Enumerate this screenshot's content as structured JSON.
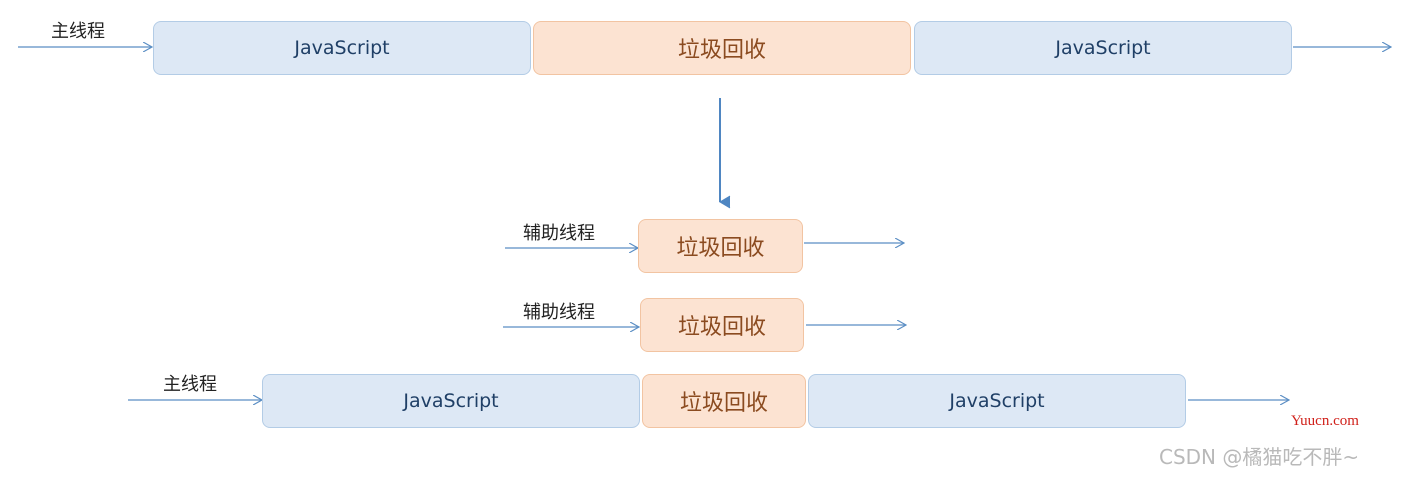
{
  "row1": {
    "thread_label": "主线程",
    "js_a": "JavaScript",
    "gc": "垃圾回收",
    "js_b": "JavaScript"
  },
  "helper1": {
    "thread_label": "辅助线程",
    "gc": "垃圾回收"
  },
  "helper2": {
    "thread_label": "辅助线程",
    "gc": "垃圾回收"
  },
  "row4": {
    "thread_label": "主线程",
    "js_a": "JavaScript",
    "gc": "垃圾回收",
    "js_b": "JavaScript"
  },
  "watermarks": {
    "site": "Yuucn.com",
    "author": "CSDN @橘猫吃不胖~"
  },
  "colors": {
    "js_fill": "#dde8f5",
    "gc_fill": "#fce3d2",
    "arrow": "#5b8ec4",
    "site_red": "#d0201a"
  }
}
